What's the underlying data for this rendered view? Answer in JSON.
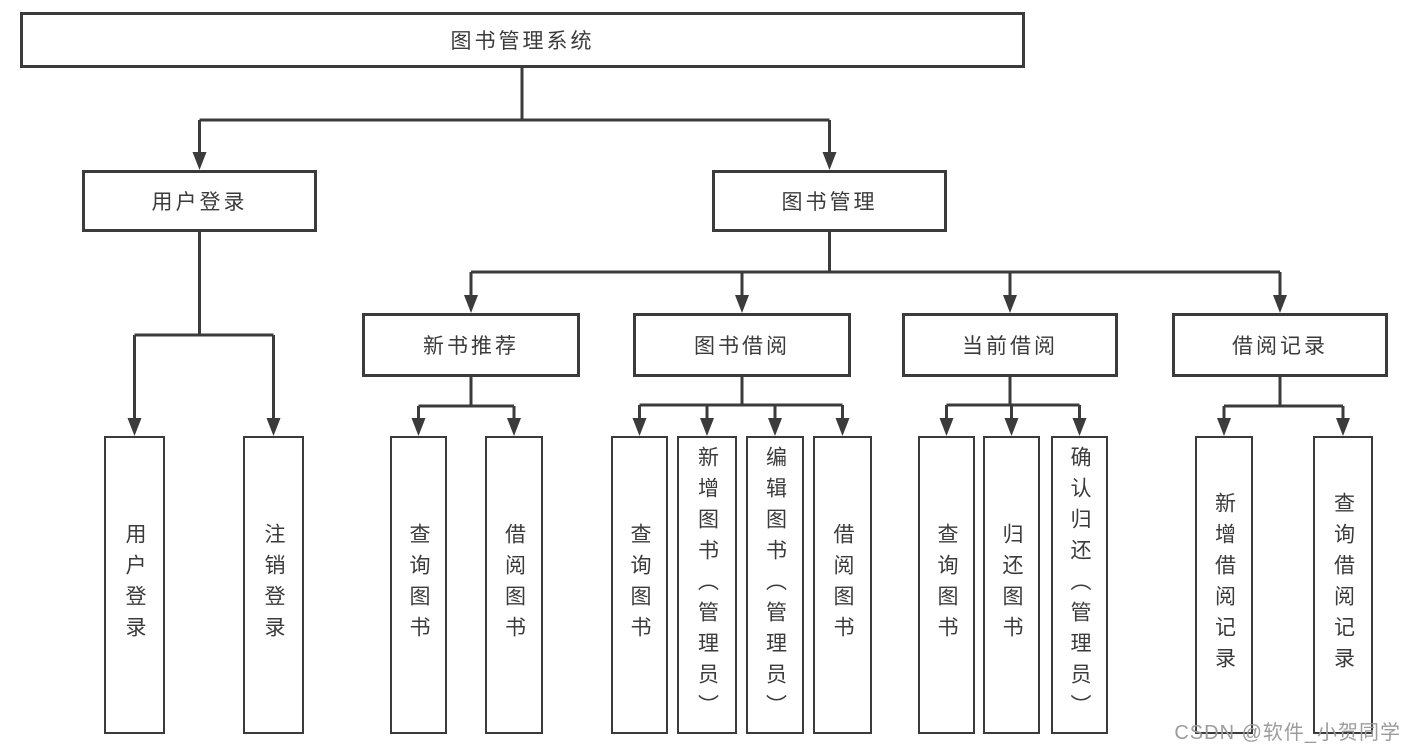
{
  "diagram": {
    "root": {
      "label": "图书管理系统"
    },
    "branches": {
      "user": {
        "label": "用户登录",
        "children": [
          "用户登录",
          "注销登录"
        ]
      },
      "book": {
        "label": "图书管理"
      }
    },
    "modules": {
      "new_books": {
        "label": "新书推荐",
        "children": [
          "查询图书",
          "借阅图书"
        ]
      },
      "borrowing": {
        "label": "图书借阅",
        "children": [
          "查询图书",
          "新增图书（管理员）",
          "编辑图书（管理员）",
          "借阅图书"
        ]
      },
      "current": {
        "label": "当前借阅",
        "children": [
          "查询图书",
          "归还图书",
          "确认归还（管理员）"
        ]
      },
      "records": {
        "label": "借阅记录",
        "children": [
          "新增借阅记录",
          "查询借阅记录"
        ]
      }
    },
    "watermark": "CSDN @软件_小贺同学",
    "colors": {
      "line": "#3b3b3b",
      "text": "#3b3b3b",
      "watermark": "#9c9c9c",
      "background": "#ffffff",
      "box_fill": "#ffffff"
    }
  }
}
